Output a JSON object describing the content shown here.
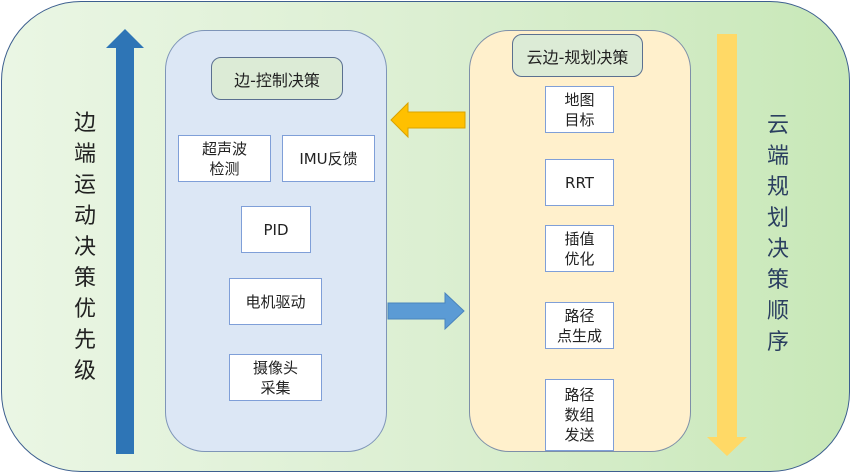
{
  "left_side_label": [
    "边",
    "端",
    "运",
    "动",
    "决",
    "策",
    "优",
    "先",
    "级"
  ],
  "right_side_label": [
    "云",
    "端",
    "规",
    "划",
    "决",
    "策",
    "顺",
    "序"
  ],
  "edge_panel": {
    "title": "边-控制决策",
    "modules": [
      {
        "id": "ultrasonic",
        "label": "超声波\n检测"
      },
      {
        "id": "imu",
        "label": "IMU反馈"
      },
      {
        "id": "pid",
        "label": "PID"
      },
      {
        "id": "motor",
        "label": "电机驱动"
      },
      {
        "id": "camera",
        "label": "摄像头\n采集"
      }
    ]
  },
  "cloud_panel": {
    "title": "云边-规划决策",
    "modules": [
      {
        "id": "map",
        "label": "地图\n目标"
      },
      {
        "id": "rrt",
        "label": "RRT"
      },
      {
        "id": "interp",
        "label": "插值\n优化"
      },
      {
        "id": "pathpoints",
        "label": "路径\n点生成"
      },
      {
        "id": "pathsend",
        "label": "路径\n数组\n发送"
      }
    ]
  },
  "colors": {
    "priority_arrow": "#2e75b6",
    "order_arrow": "#ffd966",
    "cloud_to_edge_arrow": "#ffc000",
    "edge_to_cloud_arrow": "#5b9bd5"
  }
}
